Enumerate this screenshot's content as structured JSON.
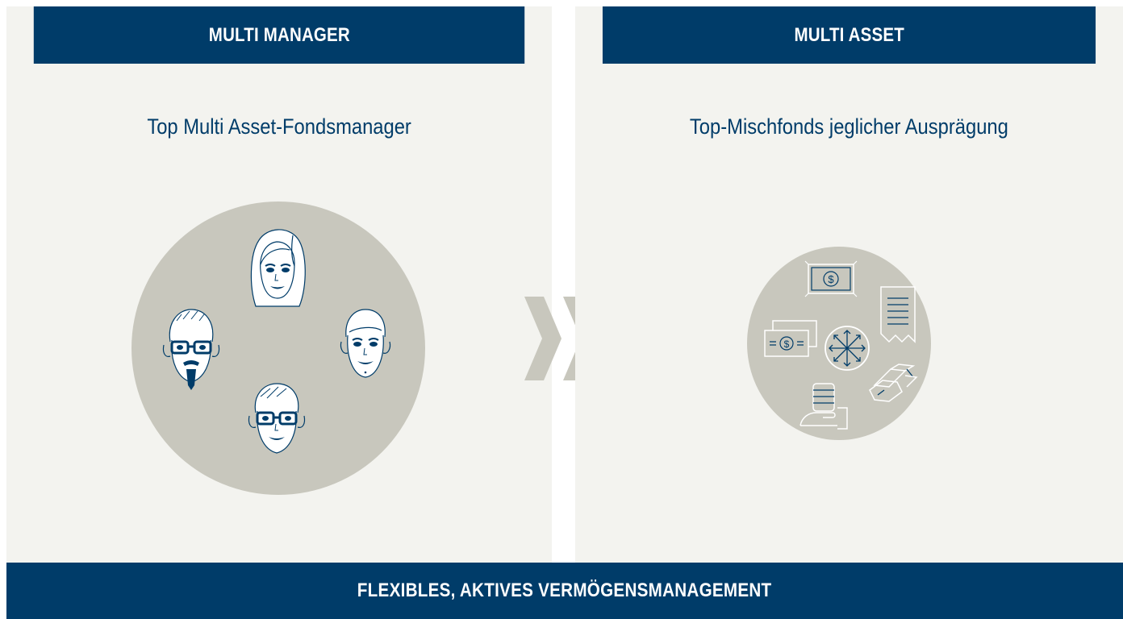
{
  "left_panel": {
    "header": "MULTI MANAGER",
    "subtitle": "Top Multi Asset-Fondsmanager",
    "icons": [
      "woman-face-icon",
      "man-face-icon",
      "bearded-man-glasses-icon",
      "man-glasses-icon"
    ]
  },
  "right_panel": {
    "header": "MULTI ASSET",
    "subtitle": "Top-Mischfonds jeglicher Ausprägung",
    "icons": [
      "banknote-icon",
      "receipt-icon",
      "cash-icon",
      "diversification-arrows-icon",
      "gold-bars-icon",
      "coin-stack-hand-icon"
    ]
  },
  "arrow_icon": "double-chevron-right-icon",
  "footer": "FLEXIBLES, AKTIVES VERMÖGENSMANAGEMENT",
  "colors": {
    "navy": "#003c69",
    "panel_bg": "#f3f3ef",
    "circle": "#c8c7bd",
    "chevron": "#c8c7bd"
  }
}
